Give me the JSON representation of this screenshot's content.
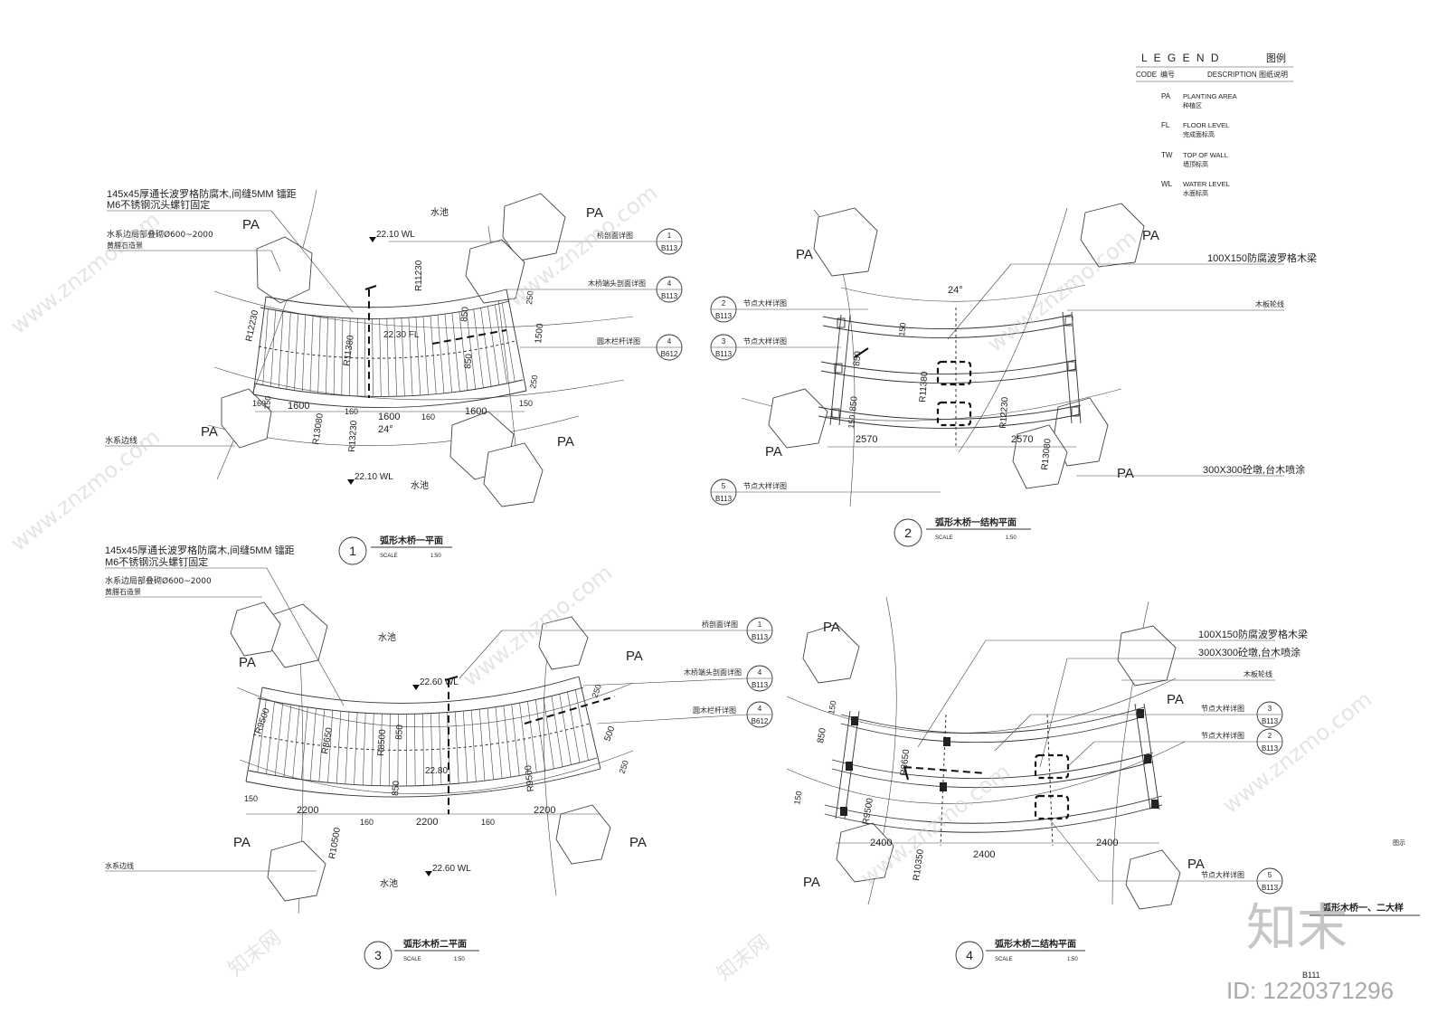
{
  "legend": {
    "title": "L E G E N D",
    "title_cn": "图例",
    "col_code": "CODE",
    "col_code_cn": "编号",
    "col_desc": "DESCRIPTION",
    "col_desc_cn": "图纸说明",
    "rows": [
      {
        "code": "PA",
        "en": "PLANTING AREA",
        "cn": "种植区"
      },
      {
        "code": "FL",
        "en": "FLOOR LEVEL",
        "cn": "完成面标高"
      },
      {
        "code": "TW",
        "en": "TOP OF WALL",
        "cn": "墙顶标高"
      },
      {
        "code": "WL",
        "en": "WATER LEVEL",
        "cn": "水面标高"
      }
    ]
  },
  "plan1": {
    "no": "1",
    "title": "弧形木桥一平面",
    "scale_label": "SCALE",
    "scale": "1:50",
    "note_timber_1": "145x45厚通长波罗格防腐木,间缝5MM 镭距",
    "note_timber_2": "M6不锈钢沉头螺钉固定",
    "note_stone_1": "水系边局部叠砌Ø600~2000",
    "note_stone_2": "黄腊石造景",
    "pa": "PA",
    "pool": "水池",
    "wl_top": "22.10 WL",
    "wl_bottom": "22.10 WL",
    "fl": "22.30 FL",
    "edge": "水系边线",
    "r1": "R12230",
    "r2": "R11230",
    "r3": "R11380",
    "r4": "R13080",
    "r5": "R13230",
    "angle": "24°",
    "dims": [
      "1600",
      "160",
      "1600",
      "160",
      "1600",
      "160",
      "150",
      "250",
      "850",
      "850",
      "1500",
      "250",
      "150"
    ],
    "callouts": [
      {
        "text": "桥剖面详图",
        "num": "1",
        "ref": "B113"
      },
      {
        "text": "木桥端头剖面详图",
        "num": "4",
        "ref": "B113"
      },
      {
        "text": "圆木栏杆详图",
        "num": "4",
        "ref": "B612"
      }
    ]
  },
  "plan2": {
    "no": "2",
    "title": "弧形木桥一结构平面",
    "scale_label": "SCALE",
    "scale": "1:50",
    "pa": "PA",
    "angle": "24°",
    "beam": "100X150防腐波罗格木梁",
    "boardline": "木板轮线",
    "pier": "300X300砼墩,台木喷涂",
    "r1": "R11380",
    "r2": "R12230",
    "r3": "R13080",
    "dims": [
      "2570",
      "2570",
      "850",
      "850",
      "150",
      "150"
    ],
    "callouts": [
      {
        "text": "节点大样详图",
        "num": "2",
        "ref": "B113"
      },
      {
        "text": "节点大样详图",
        "num": "3",
        "ref": "B113"
      },
      {
        "text": "节点大样详图",
        "num": "5",
        "ref": "B113"
      }
    ]
  },
  "plan3": {
    "no": "3",
    "title": "弧形木桥二平面",
    "scale_label": "SCALE",
    "scale": "1:50",
    "note_timber_1": "145x45厚通长波罗格防腐木,间缝5MM 镭距",
    "note_timber_2": "M6不锈钢沉头螺钉固定",
    "note_stone_1": "水系边局部叠砌Ø600~2000",
    "note_stone_2": "黄腊石造景",
    "pa": "PA",
    "pool": "水池",
    "wl_top": "22.60 WL",
    "wl_bottom": "22.60 WL",
    "fl": "22.80",
    "edge": "水系边线",
    "r1": "R9500",
    "r2": "R8650",
    "r3": "R8500",
    "r4": "R9500",
    "r5": "R10500",
    "dims": [
      "2200",
      "160",
      "2200",
      "160",
      "2200",
      "150",
      "850",
      "850",
      "250",
      "500",
      "250"
    ],
    "callouts": [
      {
        "text": "桥剖面详图",
        "num": "1",
        "ref": "B113"
      },
      {
        "text": "木桥端头剖面详图",
        "num": "4",
        "ref": "B113"
      },
      {
        "text": "圆木栏杆详图",
        "num": "4",
        "ref": "B612"
      }
    ]
  },
  "plan4": {
    "no": "4",
    "title": "弧形木桥二结构平面",
    "scale_label": "SCALE",
    "scale": "1:50",
    "pa": "PA",
    "beam": "100X150防腐波罗格木梁",
    "pier": "300X300砼墩,台木喷涂",
    "boardline": "木板轮线",
    "r1": "R8650",
    "r2": "R9500",
    "r3": "R10350",
    "dims": [
      "2400",
      "2400",
      "2400",
      "850",
      "150",
      "150"
    ],
    "callouts": [
      {
        "text": "节点大样详图",
        "num": "3",
        "ref": "B113"
      },
      {
        "text": "节点大样详图",
        "num": "2",
        "ref": "B113"
      },
      {
        "text": "节点大样详图",
        "num": "5",
        "ref": "B113"
      }
    ]
  },
  "titleblock": {
    "note": "图示",
    "sheet_title": "弧形木桥一、二大样",
    "sheet_no": "B111"
  },
  "watermark": {
    "site": "www.znzmo.com",
    "brand_cn": "知末网",
    "logo": "知末",
    "id": "ID: 1220371296"
  }
}
